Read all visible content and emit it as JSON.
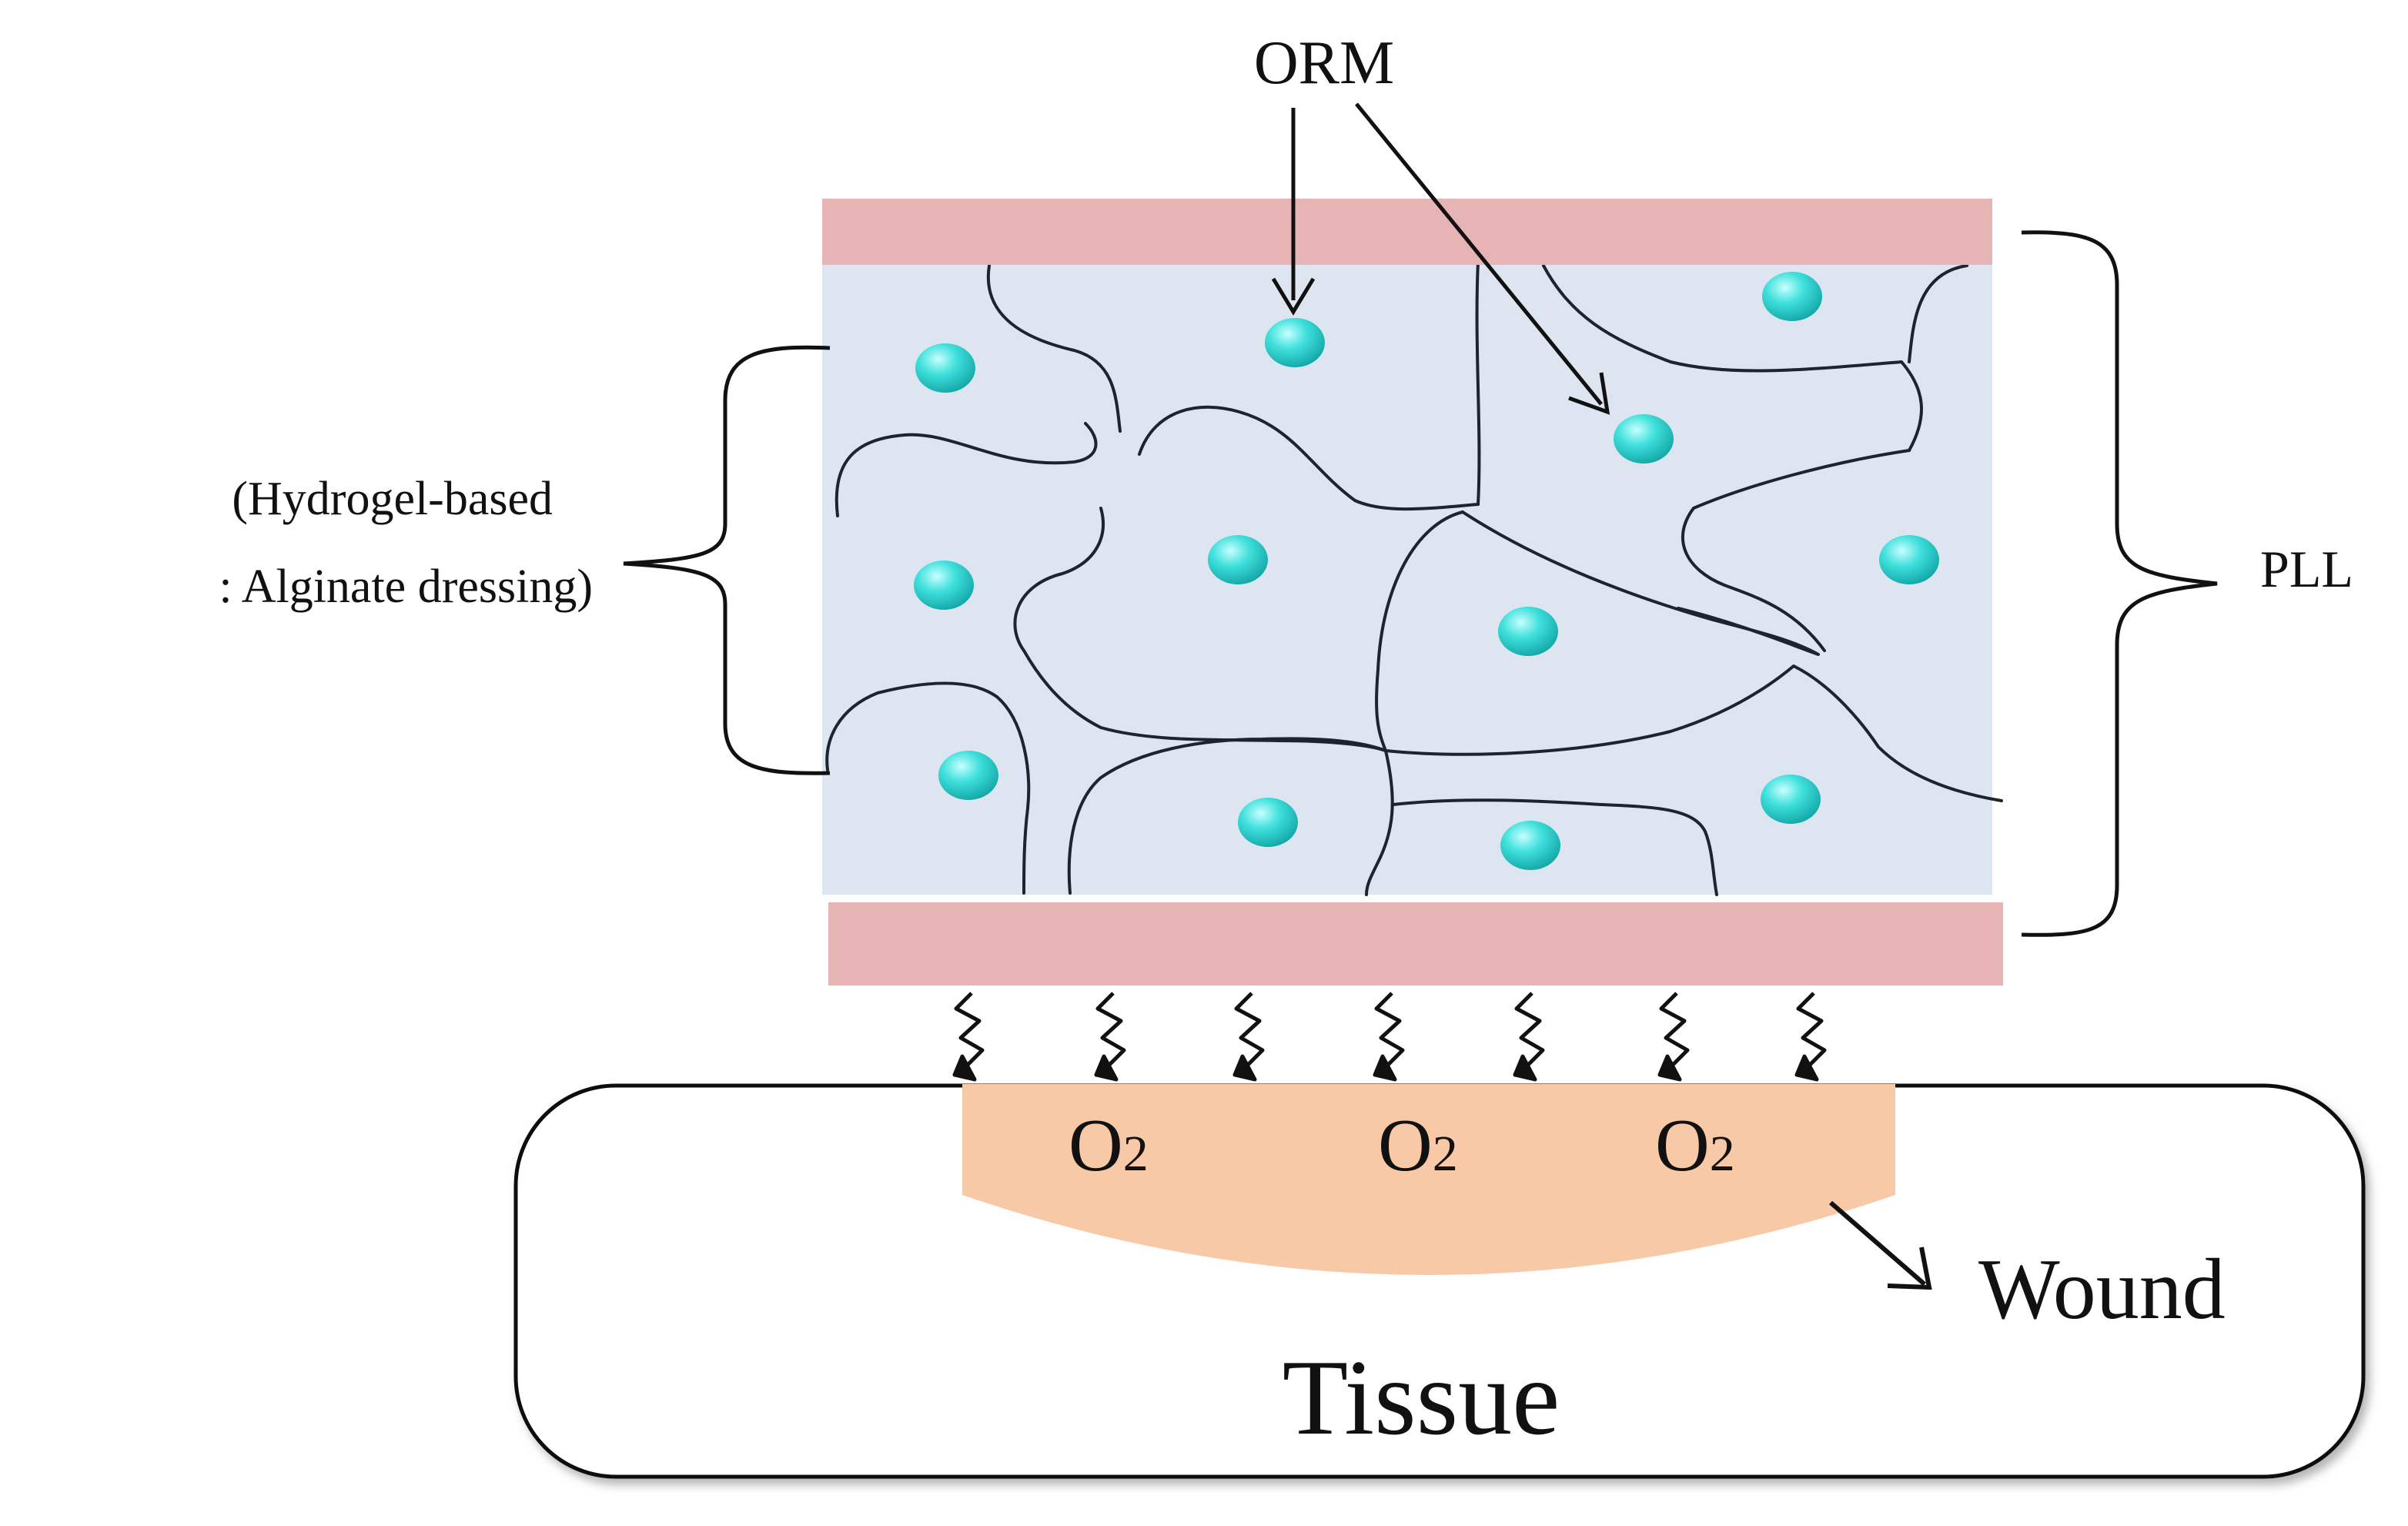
{
  "labels": {
    "orm": "ORM",
    "hydrogel_line1": "(Hydrogel-based",
    "hydrogel_line2": ": Alginate dressing)",
    "pll": "PLL",
    "oxygen_base": "O",
    "oxygen_sub": "2",
    "wound": "Wound",
    "tissue": "Tissue"
  },
  "colors": {
    "pll_layer": "#e6b4b4",
    "hydrogel": "#dde5f0",
    "orm_particle": "#32d2d2",
    "wound": "#f8c9a6",
    "tissue_fill": "#ffffff",
    "outline": "#111111"
  }
}
